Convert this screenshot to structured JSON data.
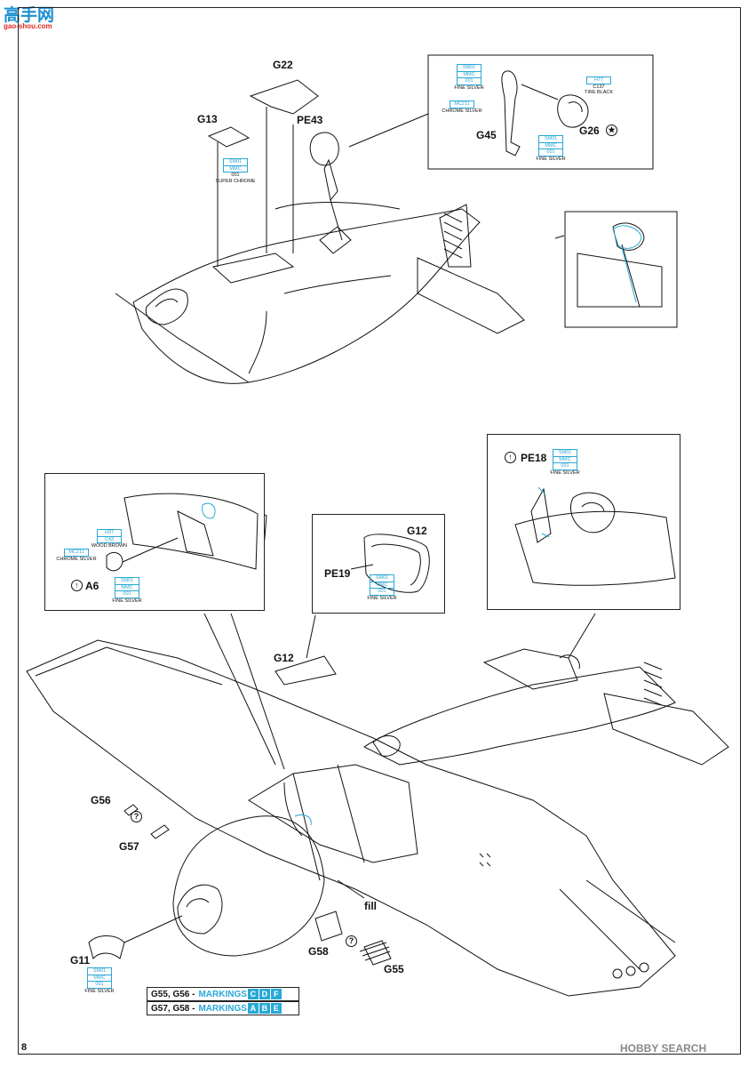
{
  "site_logo": {
    "name": "高手网",
    "url_text": "gao-shou.com"
  },
  "watermark": "HOBBY SEARCH",
  "page_number": "8",
  "parts": {
    "g22": "G22",
    "g13": "G13",
    "pe43": "PE43",
    "g45": "G45",
    "g26": "G26",
    "a6": "A6",
    "g12_box": "G12",
    "pe19": "PE19",
    "pe18": "PE18",
    "g12": "G12",
    "g56": "G56",
    "g57": "G57",
    "fill": "fill",
    "g58": "G58",
    "g55": "G55",
    "g11": "G11"
  },
  "paints": {
    "super_chrome": {
      "codes": [
        "SM01",
        "MMC",
        "001"
      ],
      "name": "SUPER CHROME"
    },
    "g45_fine_silver": {
      "codes": [
        "SM01",
        "MMC",
        "001"
      ],
      "name": "FINE SILVER"
    },
    "g45_chrome_silver": {
      "codes": [
        "MC211"
      ],
      "name": "CHROME SILVER"
    },
    "g45_fine_silver_2": {
      "codes": [
        "SM01",
        "MMC",
        "001"
      ],
      "name": "FINE SILVER"
    },
    "tire_black": {
      "codes": [
        "H77",
        "C137"
      ],
      "name": "TIRE BLACK"
    },
    "wood_brown": {
      "codes": [
        "H37",
        "C43"
      ],
      "name": "WOOD BROWN"
    },
    "a6_chrome_silver": {
      "codes": [
        "MC211"
      ],
      "name": "CHROME SILVER"
    },
    "a6_fine_silver": {
      "codes": [
        "SM01",
        "MMC",
        "001"
      ],
      "name": "FINE SILVER"
    },
    "pe19_fine_silver": {
      "codes": [
        "SM01",
        "MMC",
        "001"
      ],
      "name": "FINE SILVER"
    },
    "pe18_fine_silver": {
      "codes": [
        "SM01",
        "MMC",
        "001"
      ],
      "name": "FINE SILVER"
    },
    "g11_fine_silver": {
      "codes": [
        "SM01",
        "MMC",
        "001"
      ],
      "name": "FINE SILVER"
    }
  },
  "markings": [
    {
      "parts": "G55, G56 -",
      "label": "MARKINGS",
      "letters": [
        "C",
        "D",
        "F"
      ]
    },
    {
      "parts": "G57, G58 -",
      "label": "MARKINGS",
      "letters": [
        "A",
        "B",
        "E"
      ]
    }
  ],
  "symbols": {
    "question": "?",
    "arrow": "↑",
    "star": "★"
  },
  "colors": {
    "paint_code": "#29a8d6",
    "ink": "#111111",
    "logo_blue": "#1b8fd0",
    "logo_red": "#e0281f"
  }
}
